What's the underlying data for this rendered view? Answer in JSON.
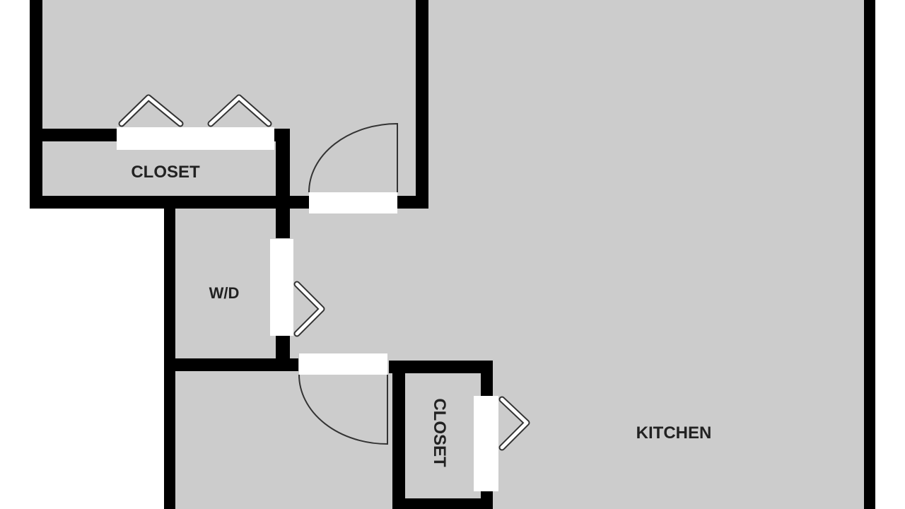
{
  "rooms": {
    "closet_top": "CLOSET",
    "wd": "W/D",
    "closet_bottom": "CLOSET",
    "kitchen": "KITCHEN"
  },
  "colors": {
    "floor": "#cccccc",
    "wall": "#000000",
    "door": "#ffffff"
  }
}
